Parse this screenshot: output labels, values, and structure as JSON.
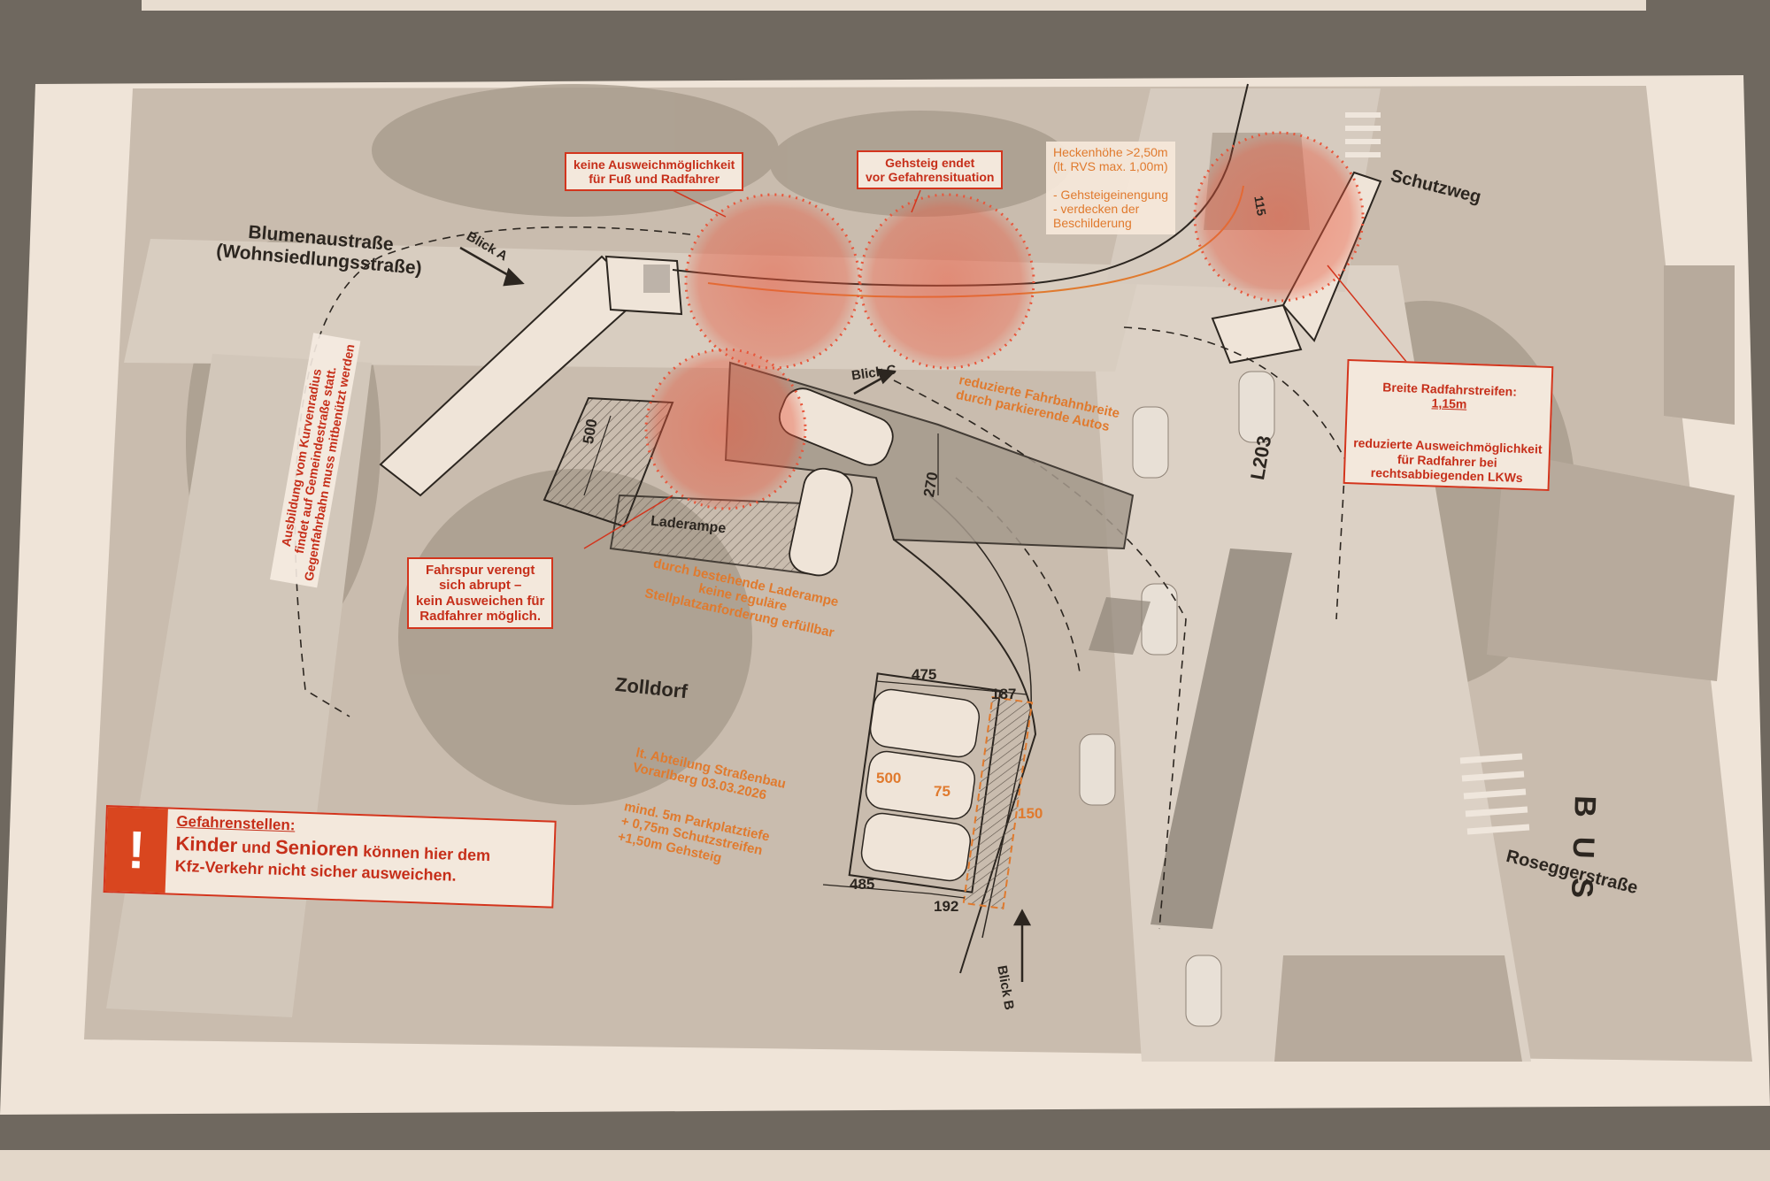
{
  "colors": {
    "paper": "#efe4d8",
    "map_background": "#c9bcae",
    "hazard_red": "#e8563b",
    "annotation_orange": "#e07a2e",
    "callout_red": "#c62f1a",
    "plan_line": "#2c2620"
  },
  "streets": {
    "blumenau": "Blumenaustraße\n(Wohnsiedlungsstraße)",
    "schutzweg": "Schutzweg",
    "l203": "L203",
    "roseggerstrasse": "Roseggerstraße",
    "zolldorf": "Zolldorf",
    "bus": "BUS"
  },
  "view_markers": {
    "blick_a": "Blick A",
    "blick_b": "Blick B",
    "blick_c": "Blick C"
  },
  "red_callouts": {
    "keine_ausweich": "keine Ausweichmöglichkeit\nfür Fuß und Radfahrer",
    "gehsteig_endet": "Gehsteig endet\nvor Gefahrensituation",
    "fahrspur": "Fahrspur verengt\nsich abrupt –\nkein Ausweichen für\nRadfahrer möglich.",
    "radfahrstreifen_title": "Breite Radfahrstreifen:",
    "radfahrstreifen_value": "1,15m",
    "radfahrstreifen_rest": "reduzierte Ausweichmöglichkeit\nfür Radfahrer bei\nrechtsabbiegenden LKWs",
    "kurvenradius": "Ausbildung vom Kurvenradius\nfindet auf Gemeindestraße statt.\nGegenfahrbahn muss mitbenützt werden"
  },
  "orange_notes": {
    "heckenhoehe": "Heckenhöhe >2,50m\n(lt. RVS max. 1,00m)\n\n- Gehsteigeinengung\n- verdecken der\n  Beschilderung",
    "reduzierte_fahrbahn": "reduzierte Fahrbahnbreite\ndurch parkierende Autos",
    "laderampe_note": "durch bestehende Laderampe\nkeine reguläre\nStellplatzanforderung erfüllbar",
    "abteilung": "lt. Abteilung Straßenbau\nVorarlberg 03.03.2026",
    "parkplatz": "mind. 5m Parkplatztiefe\n+ 0,75m Schutzstreifen\n+1,50m Gehsteig"
  },
  "plan_labels": {
    "laderampe": "Laderampe"
  },
  "dimensions": {
    "d500_left": "500",
    "d270": "270",
    "d475": "475",
    "d187": "187",
    "d500_park": "500",
    "d75": "75",
    "d150": "150",
    "d485": "485",
    "d192": "192",
    "d115": "115"
  },
  "legend": {
    "symbol": "!",
    "title": "Gefahrenstellen:",
    "line1_a": "Kinder",
    "line1_b": " und ",
    "line1_c": "Senioren",
    "line1_d": " können hier dem",
    "line2": "Kfz-Verkehr nicht sicher ausweichen."
  }
}
